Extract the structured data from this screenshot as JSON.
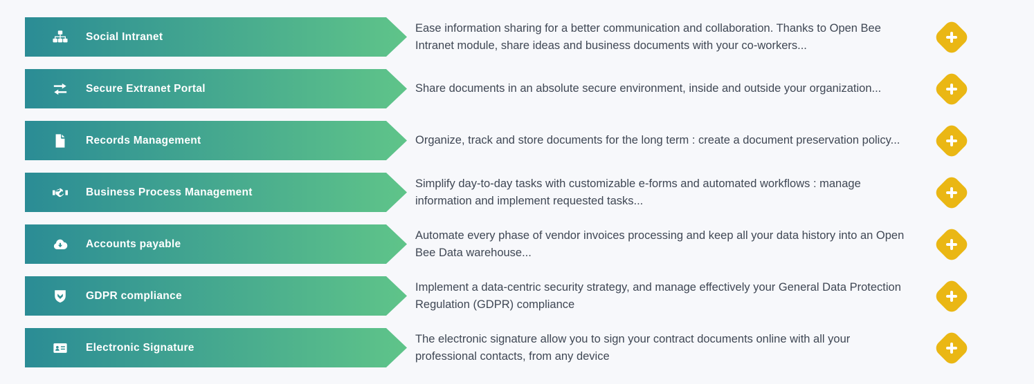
{
  "page": {
    "background_color": "#f7f8fb"
  },
  "theme": {
    "banner_gradient_start": "#2b8c95",
    "banner_gradient_end": "#5fc489",
    "banner_text_color": "#ffffff",
    "description_text_color": "#3f4754",
    "expand_button_color": "#eab714"
  },
  "modules": [
    {
      "label": "Social Intranet",
      "icon": "sitemap-icon",
      "description": "Ease information sharing for a better communication and collaboration. Thanks to Open Bee Intranet module, share ideas and business documents with your co-workers..."
    },
    {
      "label": "Secure Extranet Portal",
      "icon": "exchange-arrows-icon",
      "description": "Share documents in an absolute secure environment, inside and outside your organization..."
    },
    {
      "label": "Records Management",
      "icon": "file-icon",
      "description": "Organize, track and store documents for the long term : create a document preservation policy..."
    },
    {
      "label": "Business Process Management",
      "icon": "handshake-icon",
      "description": "Simplify day-to-day tasks with customizable e-forms and automated workflows : manage information and implement requested tasks..."
    },
    {
      "label": "Accounts payable",
      "icon": "cloud-download-icon",
      "description": "Automate every phase of vendor invoices processing and keep all your data history into an Open Bee Data warehouse..."
    },
    {
      "label": "GDPR compliance",
      "icon": "shield-chevron-icon",
      "description": "Implement a data-centric security strategy, and manage effectively your General Data Protection Regulation (GDPR) compliance"
    },
    {
      "label": "Electronic Signature",
      "icon": "id-card-icon",
      "description": "The electronic signature allow you to sign your contract documents online with all your professional contacts, from any device"
    }
  ],
  "expand_button": {
    "symbol": "+"
  }
}
